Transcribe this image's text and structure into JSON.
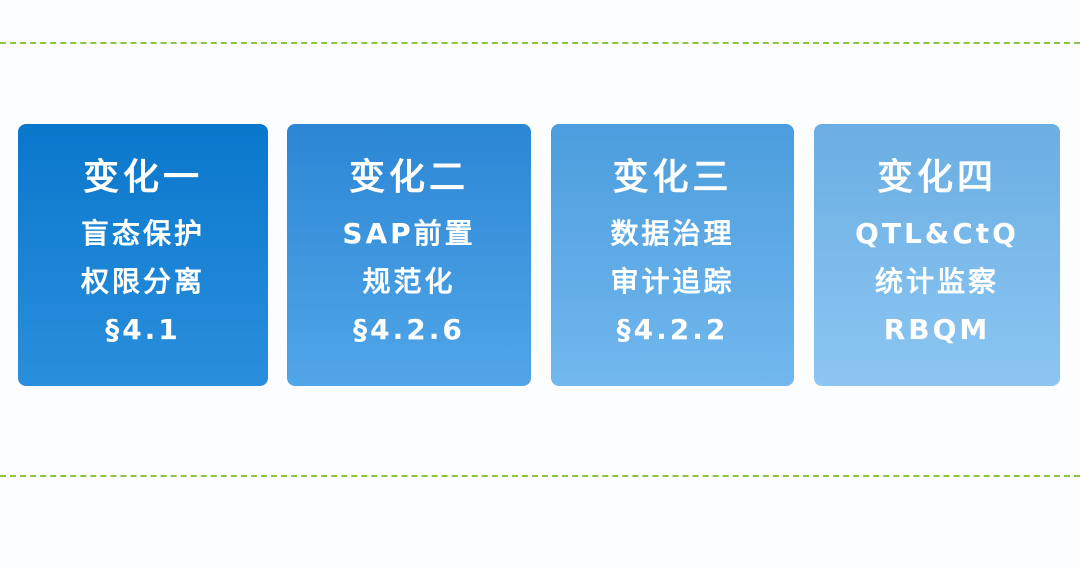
{
  "colors": {
    "dash": "#8cc63f",
    "card1": "#0a77cc",
    "card2": "#2b86d4",
    "card3": "#4b9ddd",
    "card4": "#6aaee3",
    "text": "#ffffff"
  },
  "cards": [
    {
      "title": "变化一",
      "lines": [
        "盲态保护",
        "权限分离",
        "§4.1"
      ]
    },
    {
      "title": "变化二",
      "lines": [
        "SAP前置",
        "规范化",
        "§4.2.6"
      ]
    },
    {
      "title": "变化三",
      "lines": [
        "数据治理",
        "审计追踪",
        "§4.2.2"
      ]
    },
    {
      "title": "变化四",
      "lines": [
        "QTL&CtQ",
        "统计监察",
        "RBQM"
      ]
    }
  ]
}
